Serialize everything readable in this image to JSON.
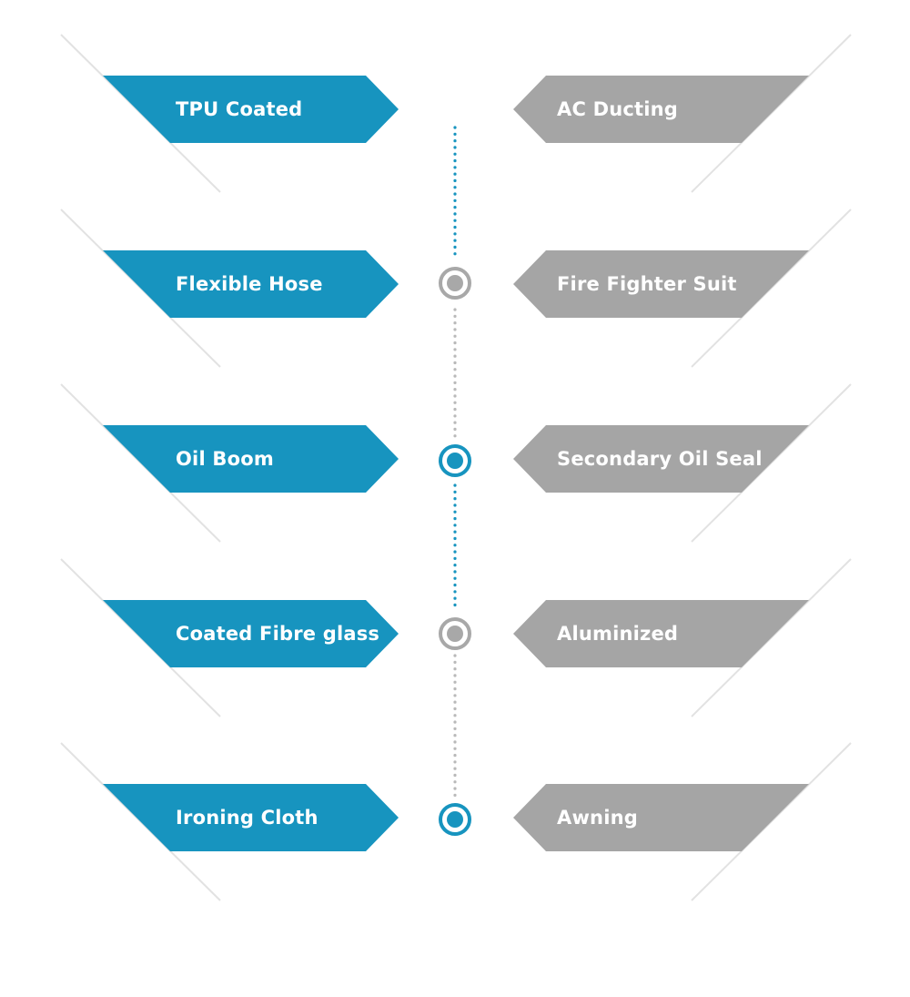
{
  "left_items": [
    {
      "label": "TPU Coated"
    },
    {
      "label": "Flexible Hose"
    },
    {
      "label": "Oil Boom"
    },
    {
      "label": "Coated Fibre glass"
    },
    {
      "label": "Ironing Cloth"
    }
  ],
  "right_items": [
    {
      "label": "AC Ducting"
    },
    {
      "label": "Fire Fighter Suit"
    },
    {
      "label": "Secondary Oil Seal"
    },
    {
      "label": "Aluminized"
    },
    {
      "label": "Awning"
    }
  ],
  "nodes": [
    {
      "state": "inactive"
    },
    {
      "state": "active"
    },
    {
      "state": "inactive"
    },
    {
      "state": "active"
    }
  ],
  "connectors": [
    {
      "state": "active"
    },
    {
      "state": "inactive"
    },
    {
      "state": "active"
    },
    {
      "state": "inactive"
    }
  ],
  "colors": {
    "accent": "#1794bf",
    "neutral": "#a5a5a5",
    "node_inactive": "#a8a8a8",
    "dot_inactive": "#b9b9b9",
    "shadow": "#dcdcdc"
  }
}
